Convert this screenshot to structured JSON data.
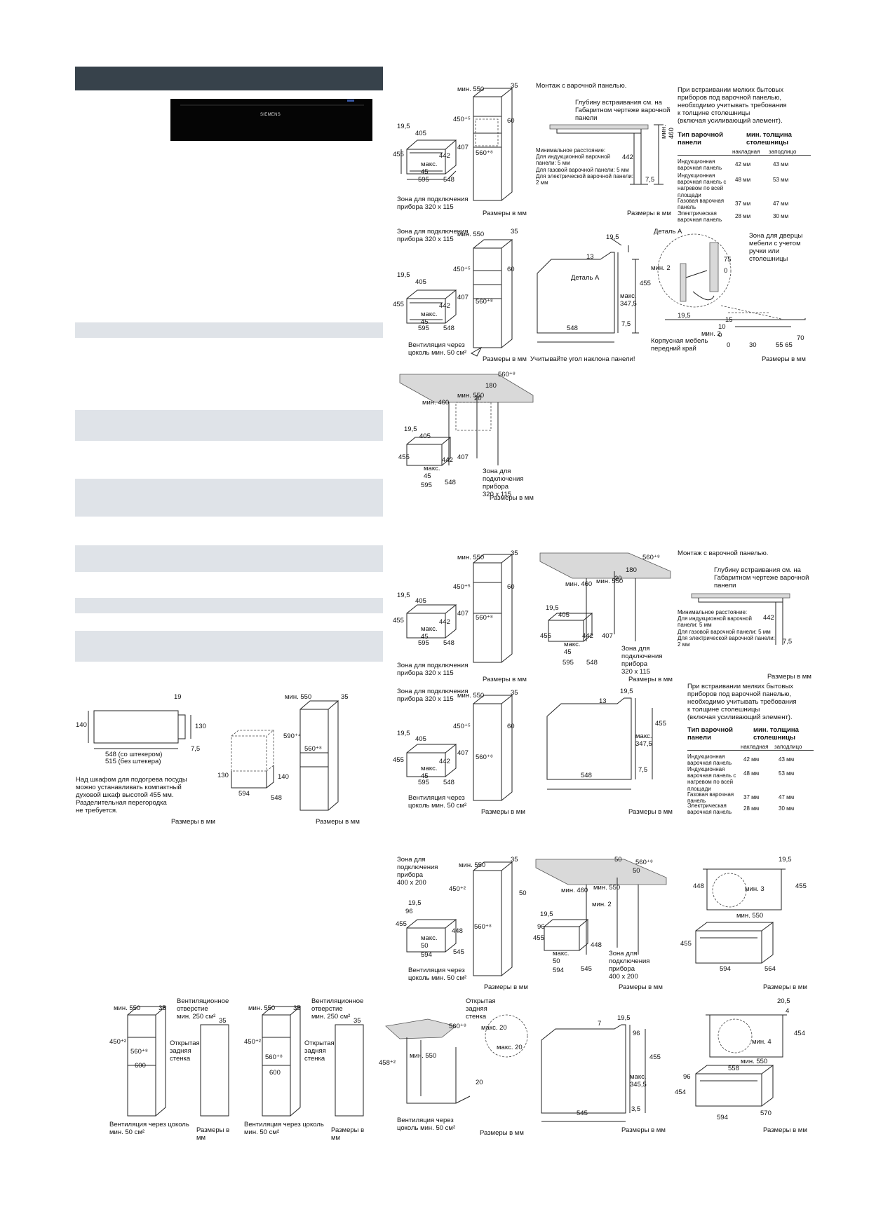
{
  "header": {
    "bar_color": "#37424b"
  },
  "product": {
    "brand": "SIEMENS"
  },
  "common": {
    "units": "Размеры в мм"
  },
  "d1": {
    "min550": "мин. 550",
    "d35": "35",
    "d450": "450⁺⁵",
    "d60": "60",
    "d560": "560⁺⁸",
    "d195": "19,5",
    "d405": "405",
    "d455": "455",
    "d442": "442",
    "d407": "407",
    "max45": "макс.\n45",
    "d595": "595",
    "d548": "548",
    "zone": "Зона для подключения\nприбора 320 x 115"
  },
  "d2": {
    "title": "Монтаж с варочной панелью.",
    "depth_note": "Глубину встраивания см. на\nГабаритном чертеже варочной\nпанели",
    "min_dist": "Минимальное расстояние:\nДля индукционной варочной\nпанели: 5 мм\nДля газовой варочной панели: 5 мм\nДля электрической варочной панели:\n2 мм",
    "d442": "442",
    "min460": "мин. 460",
    "d75": "7,5"
  },
  "table1": {
    "intro": "При встраивании мелких бытовых\nприборов под варочной панелью,\nнеобходимо учитывать требования\nк толщине столешницы\n(включая усиливающий элемент).",
    "col_type": "Тип варочной\nпанели",
    "col_min": "мин. толщина\nстолешницы",
    "sub1": "накладная",
    "sub2": "заподлицо",
    "rows": [
      {
        "name": "Индукционная\nварочная панель",
        "a": "42 мм",
        "b": "43 мм"
      },
      {
        "name": "Индукционная\nварочная панель с\nнагревом по всей\nплощади",
        "a": "48 мм",
        "b": "53 мм"
      },
      {
        "name": "Газовая варочная\nпанель",
        "a": "37 мм",
        "b": "47 мм"
      },
      {
        "name": "Электрическая\nварочная панель",
        "a": "28 мм",
        "b": "30 мм"
      }
    ]
  },
  "d3": {
    "vent": "Вентиляция через\nцоколь мин. 50 см²",
    "d13": "13",
    "detailA": "Деталь А",
    "d548": "548",
    "max3475": "макс.\n347,5",
    "tilt": "Учитывайте угол наклона панели!",
    "door_zone": "Зона для дверцы\nмебели с учетом\nручки или\nстолешницы",
    "min2": "мин. 2",
    "d75": "75",
    "d0": "0",
    "d15": "15",
    "d10": "10",
    "d5565": "55 65",
    "d70": "70",
    "d30": "30",
    "edge": "Корпусная мебель\nпередний край"
  },
  "d4": {
    "d180": "180",
    "d20": "20",
    "zone": "Зона для\nподключения\nприбора\n320 x 115"
  },
  "d5": {
    "d140": "140",
    "d130": "130",
    "d19": "19",
    "d75": "7,5",
    "w548": "548 (со штекером)",
    "w515": "515 (без штекера)",
    "note": "Над шкафом для подогрева посуды\nможно устанавливать компактный\nдуховой шкаф высотой 455 мм.\nРазделительная перегородка\nне требуется.",
    "d594": "594",
    "d590": "590⁺⁴",
    "d560": "560⁺⁸"
  },
  "d8": {
    "zone": "Зона для\nподключения\nприбора\n400 x 200",
    "d450": "450⁺²",
    "d50": "50",
    "d96": "96",
    "d448": "448",
    "max50": "макс.\n50",
    "d594": "594",
    "d545": "545",
    "min3": "мин. 3",
    "d564": "564"
  },
  "d9": {
    "vent_hole": "Вентиляционное\nотверстие\nмин. 250 см²",
    "open_back": "Открытая\nзадняя\nстенка",
    "vent": "Вентиляция через цоколь\nмин. 50 см²",
    "d600": "600",
    "d458": "458⁺²",
    "max20": "макс. 20",
    "d7": "7",
    "max3455": "макс.\n345,5",
    "d35": "3,5",
    "d545": "545",
    "d205": "20,5",
    "d4": "4",
    "d454": "454",
    "min4": "мин. 4",
    "d558": "558",
    "d570": "570"
  }
}
